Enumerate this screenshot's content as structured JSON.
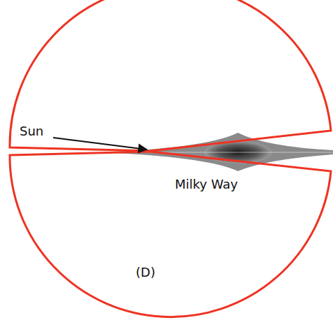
{
  "diagram": {
    "labels": [
      "Sun",
      "Milky Way",
      "(D)"
    ]
  }
}
